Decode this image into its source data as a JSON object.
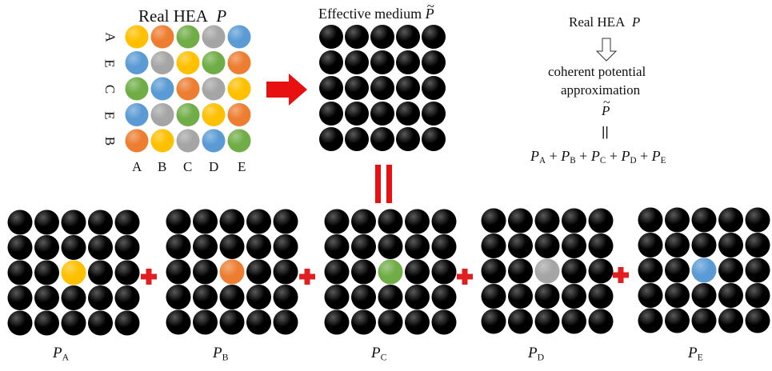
{
  "top": {
    "real_hea_title": "Real HEA",
    "real_hea_symbol": "P",
    "effective_title": "Effective medium",
    "effective_symbol": "P",
    "row_labels": [
      "A",
      "E",
      "C",
      "E",
      "B"
    ],
    "col_labels": [
      "A",
      "B",
      "C",
      "D",
      "E"
    ],
    "real_grid": [
      [
        "yellow",
        "orange",
        "green",
        "gray",
        "blue"
      ],
      [
        "blue",
        "gray",
        "yellow",
        "green",
        "orange"
      ],
      [
        "green",
        "blue",
        "orange",
        "gray",
        "yellow"
      ],
      [
        "blue",
        "gray",
        "green",
        "yellow",
        "orange"
      ],
      [
        "orange",
        "yellow",
        "gray",
        "blue",
        "green"
      ]
    ]
  },
  "equation": {
    "line1": "Real HEA",
    "line1_symbol": "P",
    "line2": "coherent potential",
    "line3": "approximation",
    "line4_symbol": "P",
    "equals": "||",
    "terms": [
      {
        "symbol": "P",
        "sub": "A"
      },
      {
        "symbol": "P",
        "sub": "B"
      },
      {
        "symbol": "P",
        "sub": "C"
      },
      {
        "symbol": "P",
        "sub": "D"
      },
      {
        "symbol": "P",
        "sub": "E"
      }
    ],
    "plus": "+"
  },
  "bottom": {
    "panels": [
      {
        "symbol": "P",
        "sub": "A",
        "center_color": "yellow"
      },
      {
        "symbol": "P",
        "sub": "B",
        "center_color": "orange"
      },
      {
        "symbol": "P",
        "sub": "C",
        "center_color": "green"
      },
      {
        "symbol": "P",
        "sub": "D",
        "center_color": "gray"
      },
      {
        "symbol": "P",
        "sub": "E",
        "center_color": "blue"
      }
    ]
  },
  "colors": {
    "yellow": "#FFC000",
    "orange": "#ED7D31",
    "green": "#70AD47",
    "gray": "#A5A5A5",
    "blue": "#5B9BD5",
    "black": "#000000",
    "arrow_red": "#E81010",
    "plus_red": "#E02020"
  }
}
